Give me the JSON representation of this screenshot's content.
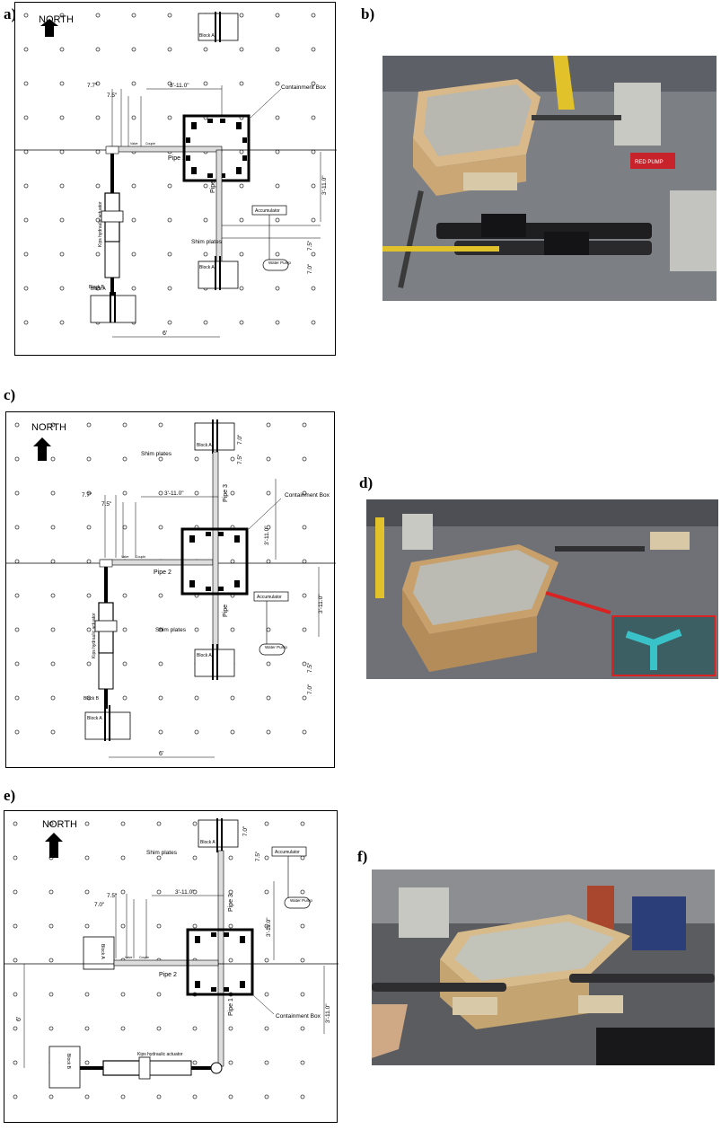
{
  "figure": {
    "panels": [
      {
        "id": "a",
        "label": "a)",
        "type": "drawing"
      },
      {
        "id": "b",
        "label": "b)",
        "type": "photo"
      },
      {
        "id": "c",
        "label": "c)",
        "type": "drawing"
      },
      {
        "id": "d",
        "label": "d)",
        "type": "photo"
      },
      {
        "id": "e",
        "label": "e)",
        "type": "drawing"
      },
      {
        "id": "f",
        "label": "f)",
        "type": "photo"
      }
    ]
  },
  "drawing_a": {
    "north": "NORTH",
    "containment_box": "Containment Box",
    "accumulator": "Accumulator",
    "water_pump": "Water Pump",
    "shim_plates": "Shim plates",
    "pipe2": "Pipe 2",
    "pipe": "Pipe",
    "block_a": "Block A",
    "block_b": "Block B",
    "actuator": "Kips hydraulic actuator",
    "valve": "Valve",
    "couple": "Couple",
    "dim_77": "7.7\"",
    "dim_75": "7.5\"",
    "dim_311": "3'-11.0\"",
    "dim_70": "7.0\"",
    "dim_6": "6'"
  },
  "drawing_c": {
    "north": "NORTH",
    "containment_box": "Containment Box",
    "accumulator": "Accumulator",
    "water_pump": "Water Pump",
    "shim_plates": "Shim plates",
    "pipe2": "Pipe 2",
    "pipe3": "Pipe 3",
    "pipe": "Pipe",
    "block_a": "Block A",
    "block_b": "Block B",
    "actuator": "Kips hydraulic actuator",
    "valve": "Valve",
    "couple": "Couple",
    "dim_77": "7.7\"",
    "dim_75": "7.5\"",
    "dim_311": "3'-11.0\"",
    "dim_70": "7.0\"",
    "dim_6": "6'"
  },
  "drawing_e": {
    "north": "NORTH",
    "containment_box": "Containment Box",
    "accumulator": "Accumulator",
    "water_pump": "Water Pump",
    "shim_plates": "Shim plates",
    "pipe1": "Pipe 1",
    "pipe2": "Pipe 2",
    "pipe3": "Pipe 3",
    "block_a": "Block A",
    "block_b": "Block B",
    "actuator": "Kips hydraulic actuator",
    "valve": "Valve",
    "couple": "Couple",
    "dim_75": "7.5\"",
    "dim_70": "7.0\"",
    "dim_311": "3'-11.0\"",
    "dim_6": "6'"
  },
  "photo_b": {
    "label_sign": "RED PUMP"
  }
}
